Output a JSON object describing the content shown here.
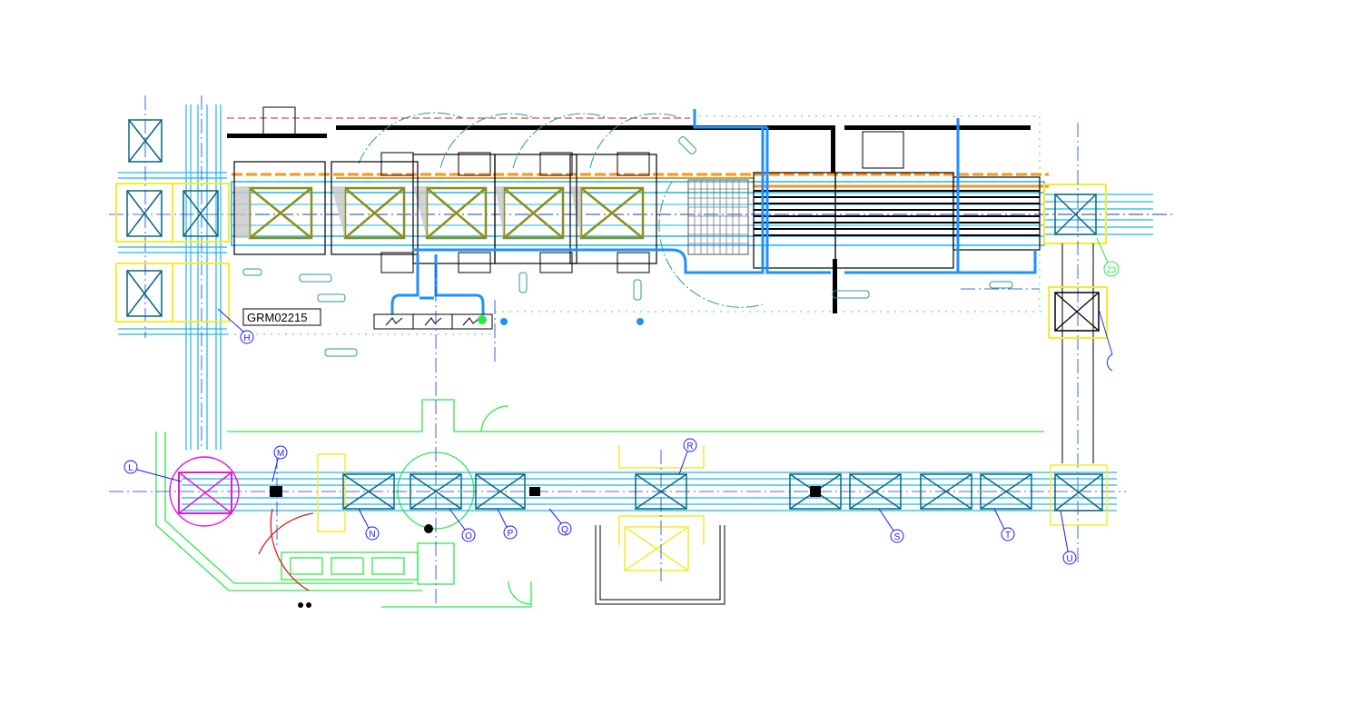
{
  "drawing": {
    "tag": "GRM02215",
    "stations": [
      "L",
      "M",
      "N",
      "O",
      "P",
      "Q",
      "R",
      "S",
      "T",
      "U",
      "Z3",
      "H"
    ]
  },
  "palette": {
    "conveyor": "#18b6ef",
    "frame": "#0a3fd6",
    "station_box": "#0a6680",
    "yellow": "#f5ec2a",
    "green": "#2ee84a",
    "orange": "#f7931e",
    "magenta": "#e21ad6",
    "red": "#e11b1b",
    "olive": "#8a8f1a",
    "black": "#000000",
    "teal": "#2a9a8f",
    "label": "#1a1aff"
  }
}
